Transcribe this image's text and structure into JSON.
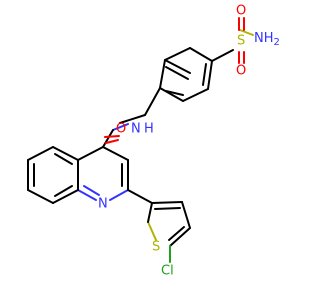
{
  "atom_labels": {
    "sulfonamide_n": "NH",
    "sulfonamide_n_sub": "2",
    "sulfonamide_s": "S",
    "sulfonyl_o_top": "O",
    "sulfonyl_o_bottom": "O",
    "amide_o": "O",
    "amide_n": "N",
    "amide_h": "H",
    "quinoline_n": "N",
    "thiophene_s": "S",
    "chlorine": "Cl"
  },
  "colors": {
    "carbon": "#000000",
    "nitrogen": "#3333ff",
    "oxygen": "#ff0000",
    "sulfur": "#b2b200",
    "chlorine": "#1fa01f",
    "background": "#ffffff"
  }
}
